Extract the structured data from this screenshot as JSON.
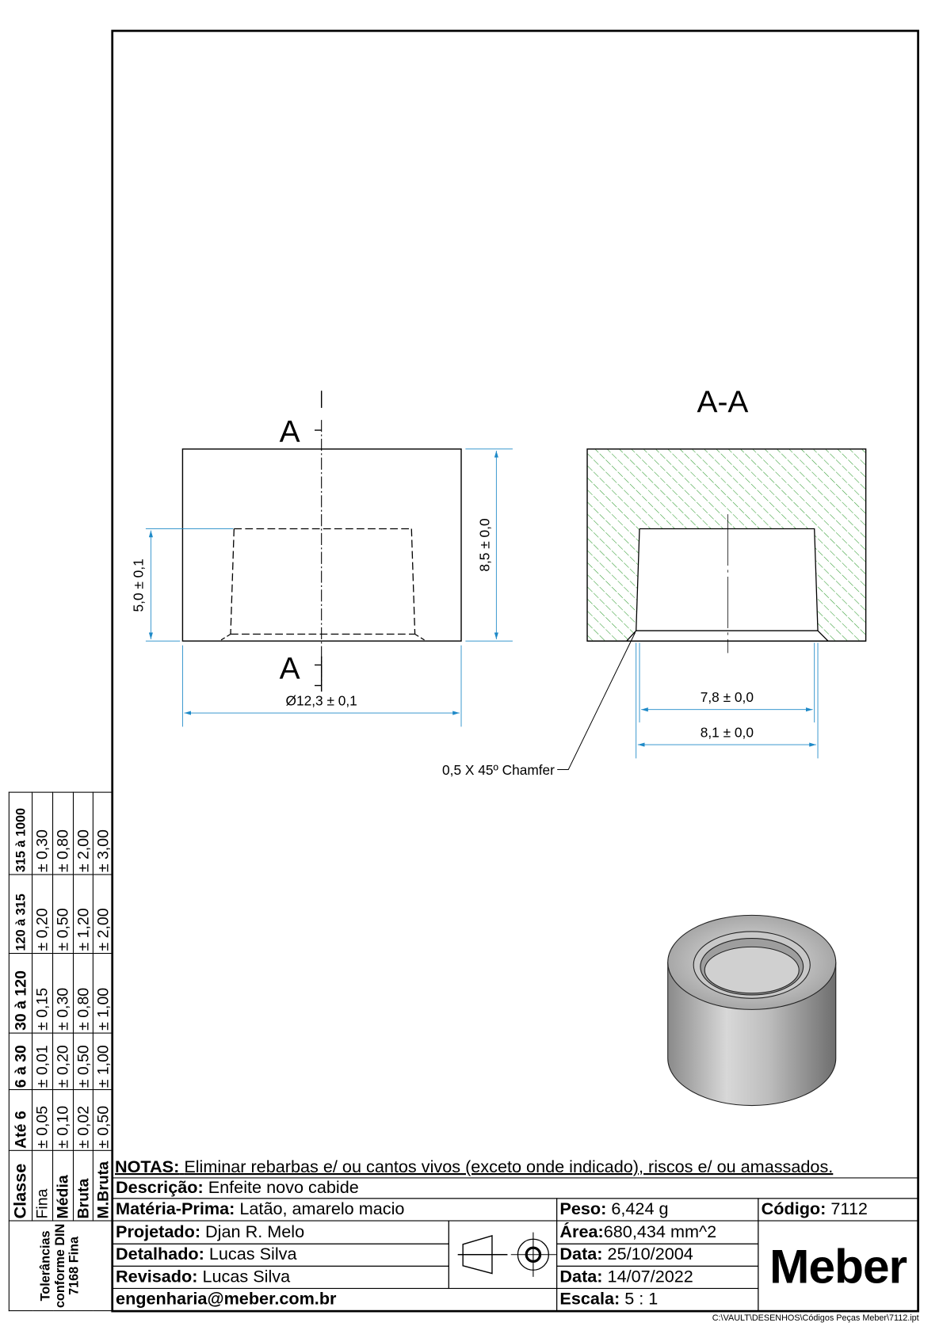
{
  "drawing": {
    "section_label_top": "A",
    "section_label_bottom": "A",
    "section_view_title": "A-A",
    "dims": {
      "height_hole": "5,0 ± 0,1",
      "height_total": "8,5 ± 0,0",
      "diameter": "Ø12,3 ± 0,1",
      "inner_top": "7,8 ± 0,0",
      "inner_bottom": "8,1 ± 0,0",
      "chamfer_note": "0,5 X 45º Chamfer"
    },
    "colors": {
      "dimension": "#1f8ac8",
      "hatch": "#2e9a2e"
    }
  },
  "tolerances": {
    "title": "Tolerâncias conforme DIN 7168 Fina",
    "headers": [
      "Classe",
      "Até 6",
      "6 à 30",
      "30 à 120",
      "120 à 315",
      "315 à 1000"
    ],
    "rows": [
      {
        "class": "Fina",
        "values": [
          "± 0,05",
          "± 0,01",
          "± 0,15",
          "± 0,20",
          "± 0,30"
        ]
      },
      {
        "class": "Média",
        "values": [
          "± 0,10",
          "± 0,20",
          "± 0,30",
          "± 0,50",
          "± 0,80"
        ]
      },
      {
        "class": "Bruta",
        "values": [
          "± 0,02",
          "± 0,50",
          "± 0,80",
          "± 1,20",
          "± 2,00"
        ]
      },
      {
        "class": "M.Bruta",
        "values": [
          "± 0,50",
          "± 1,00",
          "± 1,00",
          "± 2,00",
          "± 3,00"
        ]
      }
    ]
  },
  "title_block": {
    "notes_label": "NOTAS:",
    "notes": "Eliminar rebarbas e/ ou cantos vivos (exceto onde indicado), riscos e/ ou amassados.",
    "descricao_label": "Descrição:",
    "descricao": "Enfeite novo cabide",
    "materia_label": "Matéria-Prima:",
    "materia": "Latão, amarelo macio",
    "peso_label": "Peso:",
    "peso": "6,424 g",
    "codigo_label": "Código:",
    "codigo": "7112",
    "projetado_label": "Projetado:",
    "projetado": "Djan R. Melo",
    "area_label": "Área:",
    "area": "680,434 mm^2",
    "detalhado_label": "Detalhado:",
    "detalhado": "Lucas Silva",
    "data1_label": "Data:",
    "data1": "25/10/2004",
    "revisado_label": "Revisado:",
    "revisado": "Lucas Silva",
    "data2_label": "Data:",
    "data2": "14/07/2022",
    "email": "engenharia@meber.com.br",
    "escala_label": "Escala:",
    "escala": "5 : 1",
    "logo": "Meber",
    "file_path": "C:\\VAULT\\DESENHOS\\Códigos Peças Meber\\7112.ipt"
  }
}
